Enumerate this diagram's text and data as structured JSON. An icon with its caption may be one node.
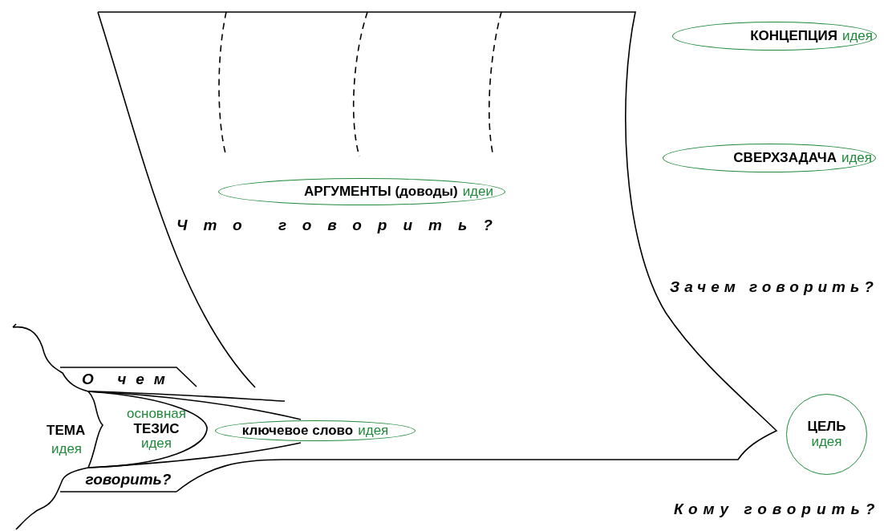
{
  "diagram": {
    "nodes": [
      {
        "text": [
          "КОНЦЕПЦИЯ",
          "идея"
        ]
      },
      {
        "text": [
          "СВЕРХЗАДАЧА",
          "идея"
        ]
      },
      {
        "text": [
          "АРГУМЕНТЫ (доводы)",
          "идеи"
        ]
      },
      {
        "text": [
          "О чем"
        ]
      },
      {
        "text": [
          "основная",
          "ТЕЗИС",
          "идея"
        ]
      },
      {
        "text": [
          "ключевое слово",
          "идея"
        ]
      },
      {
        "text": [
          "ЦЕЛЬ",
          "идея"
        ]
      },
      {
        "text": [
          "говорить?"
        ]
      }
    ],
    "edges": [],
    "labels": [
      "Что говорить?",
      "Зачем говорить?",
      "ТЕМА",
      "идея",
      "Кому говорить?"
    ]
  }
}
